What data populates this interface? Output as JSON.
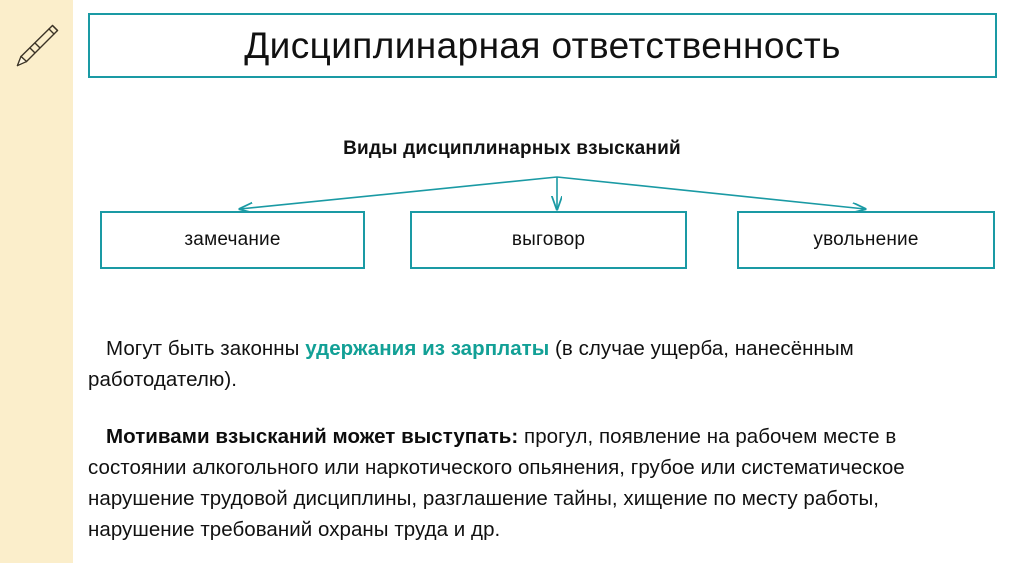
{
  "slide": {
    "title": "Дисциплинарная ответственность",
    "icon": "pencil-icon"
  },
  "colors": {
    "accent_teal": "#1a9aa4",
    "accent_text_teal": "#12a096",
    "sidebar_cream": "#fbeecb",
    "text_black": "#111111",
    "background": "#ffffff"
  },
  "diagram": {
    "heading": "Виды дисциплинарных взысканий",
    "nodes": [
      {
        "label": "замечание"
      },
      {
        "label": "выговор"
      },
      {
        "label": "увольнение"
      }
    ],
    "connector_type": "fan-out-arrows",
    "arrow_color": "#1a9aa4"
  },
  "body": {
    "paragraph_1": {
      "lead": "Могут быть законны ",
      "accent": "удержания из зарплаты",
      "tail": " (в случае ущерба, нанесённым работодателю)."
    },
    "paragraph_2": {
      "lead": "Мотивами взысканий может выступать:",
      "tail": " прогул, появление на рабочем месте  в состоянии алкогольного или наркотического опьянения, грубое или систематическое нарушение трудовой дисциплины, разглашение тайны, хищение по месту работы, нарушение требований охраны труда и др."
    }
  }
}
